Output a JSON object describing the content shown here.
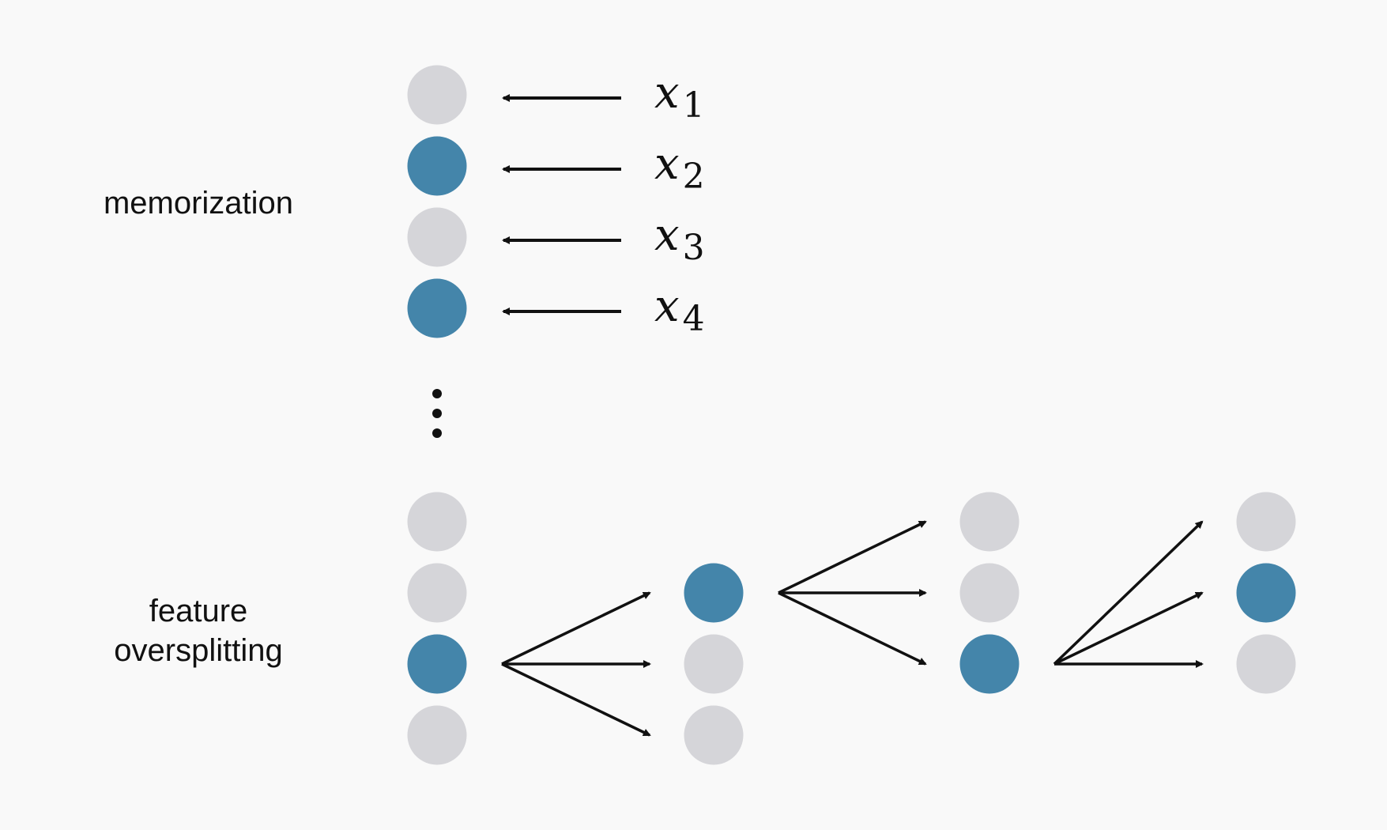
{
  "labels": {
    "memorization": "memorization",
    "feature_line1": "feature",
    "feature_line2": "oversplitting"
  },
  "colors": {
    "background": "#f9f9f9",
    "inactive": "#d5d5d9",
    "active": "#4485aa",
    "ink": "#111111"
  },
  "memorization": {
    "nodes": [
      {
        "active": false,
        "input": "x",
        "sub": "1"
      },
      {
        "active": true,
        "input": "x",
        "sub": "2"
      },
      {
        "active": false,
        "input": "x",
        "sub": "3"
      },
      {
        "active": true,
        "input": "x",
        "sub": "4"
      }
    ],
    "ellipsis": "⋮"
  },
  "oversplitting": {
    "columns": [
      [
        false,
        false,
        true,
        false
      ],
      [
        true,
        false,
        false
      ],
      [
        false,
        false,
        true
      ],
      [
        false,
        true,
        false
      ]
    ]
  }
}
